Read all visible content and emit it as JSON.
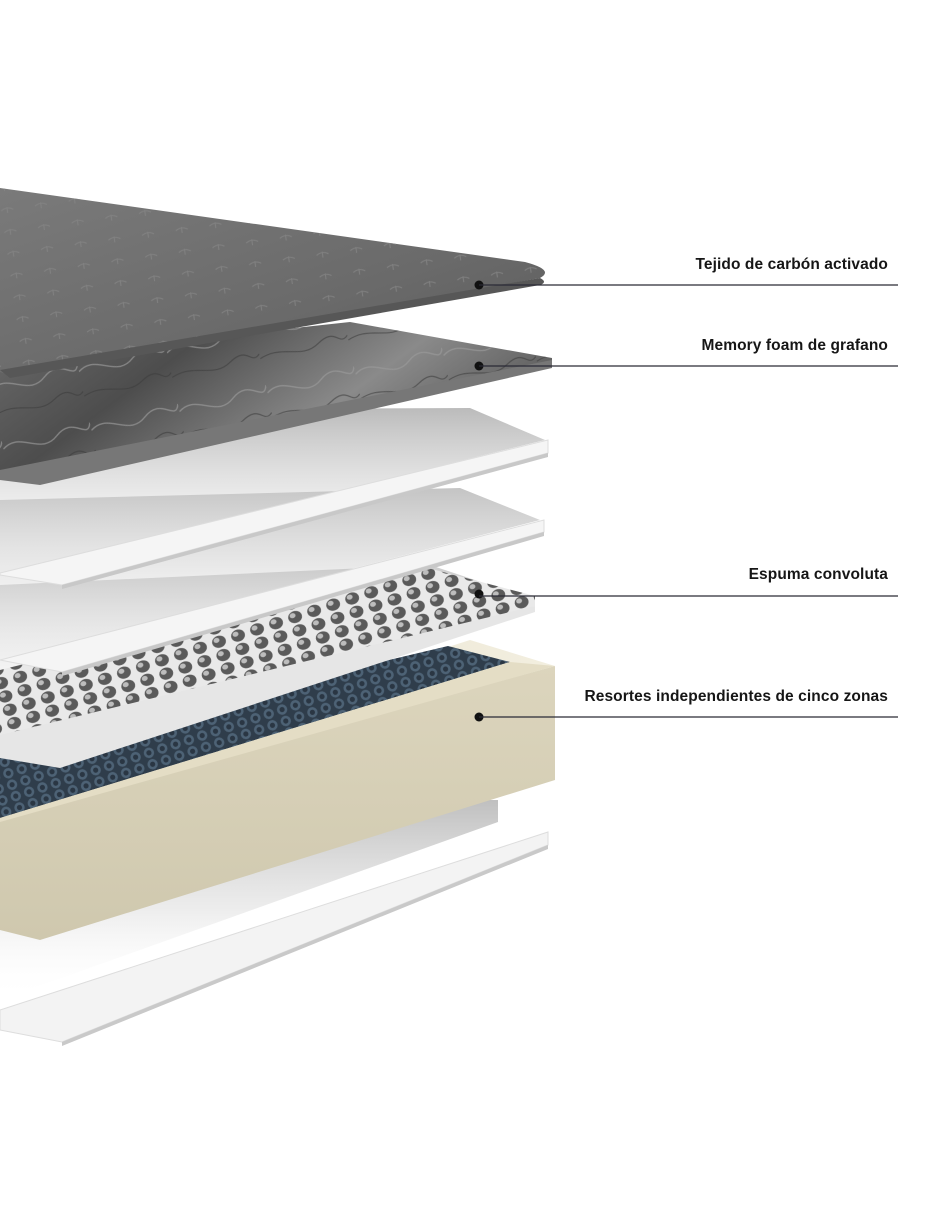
{
  "layers": [
    {
      "id": "carbon-fabric",
      "label": "Tejido de carbón activado"
    },
    {
      "id": "graphene-memory-foam",
      "label": "Memory foam de grafano"
    },
    {
      "id": "white-sheet-1",
      "label": ""
    },
    {
      "id": "white-sheet-2",
      "label": ""
    },
    {
      "id": "convoluted-foam",
      "label": "Espuma convoluta"
    },
    {
      "id": "pocket-springs",
      "label": "Resortes independientes de cinco zonas"
    },
    {
      "id": "white-sheet-3",
      "label": ""
    }
  ],
  "colors": {
    "fabric": "#6e6e6e",
    "graphene": "#5d5d5d",
    "sheet": "#f4f4f4",
    "foam": "#d8d8d8",
    "springs": "#3e5060",
    "frame": "#ece7d6",
    "line": "#2a2a35",
    "text": "#161616"
  }
}
